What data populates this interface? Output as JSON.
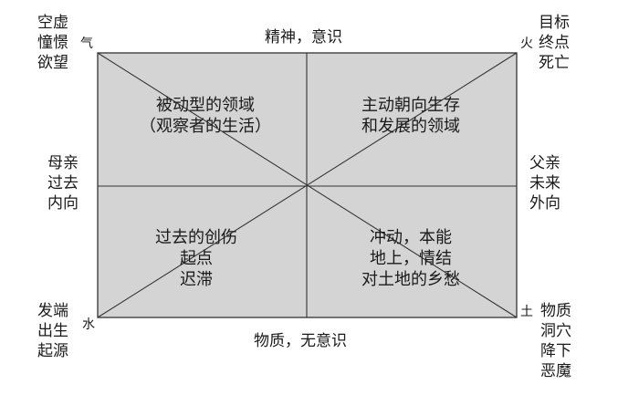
{
  "axes": {
    "top": "精神，意识",
    "bottom": "物质，无意识"
  },
  "sides": {
    "left": [
      "母亲",
      "过去",
      "内向"
    ],
    "right": [
      "父亲",
      "未来",
      "外向"
    ]
  },
  "corners": {
    "top_left": {
      "lines": [
        "空虚",
        "憧憬",
        "欲望"
      ],
      "element": "气"
    },
    "top_right": {
      "lines": [
        "目标",
        "终点",
        "死亡"
      ],
      "element": "火"
    },
    "bottom_left": {
      "lines": [
        "发端",
        "出生",
        "起源"
      ],
      "element": "水"
    },
    "bottom_right": {
      "lines": [
        "物质",
        "洞穴",
        "降下",
        "恶魔"
      ],
      "element": "土"
    }
  },
  "quadrants": {
    "top_left": [
      "被动型的领域",
      "（观察者的生活）"
    ],
    "top_right": [
      "主动朝向生存",
      "和发展的领域"
    ],
    "bottom_left": [
      "过去的创伤",
      "起点",
      "迟滞"
    ],
    "bottom_right": [
      "冲动，本能",
      "地上，情结",
      "对土地的乡愁"
    ]
  },
  "colors": {
    "box_fill": "#d4d4d4",
    "line": "#333333"
  }
}
